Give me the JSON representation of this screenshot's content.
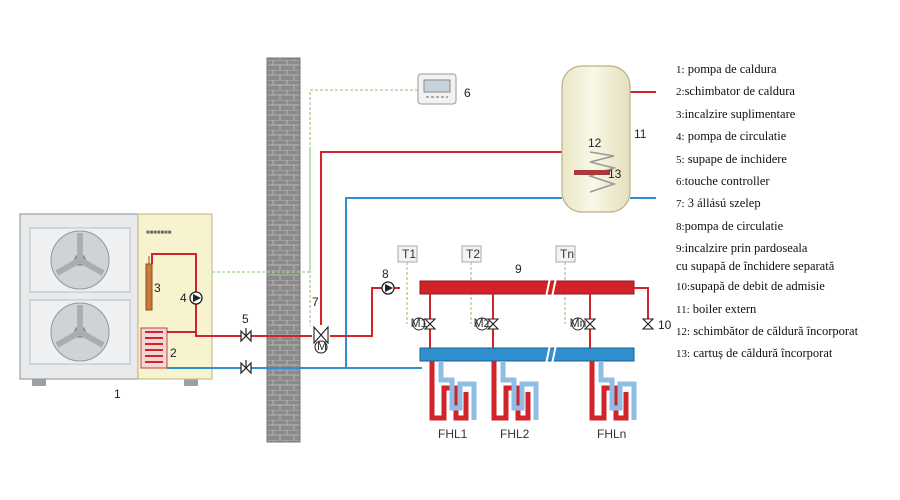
{
  "labels": {
    "n1": "1",
    "n2": "2",
    "n3": "3",
    "n4": "4",
    "n5": "5",
    "n6": "6",
    "n7": "7",
    "n8": "8",
    "n9": "9",
    "n10": "10",
    "n11": "11",
    "n12": "12",
    "n13": "13",
    "t1": "T1",
    "t2": "T2",
    "tn": "Tn",
    "fhl1": "FHL1",
    "fhl2": "FHL2",
    "fhln": "FHLn",
    "motor": "M",
    "m1": "M1",
    "m2": "M2",
    "mn": "Mn"
  },
  "legend": [
    {
      "n": "1:",
      "text": " pompa de caldura"
    },
    {
      "n": "2:",
      "text": "schimbator de caldura"
    },
    {
      "n": "3:",
      "text": "incalzire suplimentare"
    },
    {
      "n": "4:",
      "text": " pompa de circulatie"
    },
    {
      "n": "5:",
      "text": " supape de inchidere"
    },
    {
      "n": "6:",
      "text": "touche controller"
    },
    {
      "n": "7:",
      "text": " 3 állású szelep"
    },
    {
      "n": "8:",
      "text": "pompa de circulatie"
    },
    {
      "n": "9:",
      "text": "incalzire prin pardoseala",
      "sub": "cu supapă de închidere separată"
    },
    {
      "n": "10:",
      "text": "supapă de debit de admisie"
    },
    {
      "n": "11:",
      "text": " boiler extern"
    },
    {
      "n": "12:",
      "text": " schimbător de căldură încorporat"
    },
    {
      "n": "13:",
      "text": " cartuș de căldură încorporat"
    }
  ],
  "colors": {
    "supply": "#d2232a",
    "return": "#2f8fcf",
    "control": "#9ed08f",
    "wall": "#8a8a8a",
    "tank": "#f4f1d8",
    "indoor_unit": "#f7f3cf"
  },
  "icons": [
    "fan-icon",
    "pump-icon",
    "valve-icon",
    "motor-valve-icon",
    "controller-icon",
    "coil-icon",
    "heater-icon",
    "thermostat-icon",
    "floor-loop-icon"
  ]
}
